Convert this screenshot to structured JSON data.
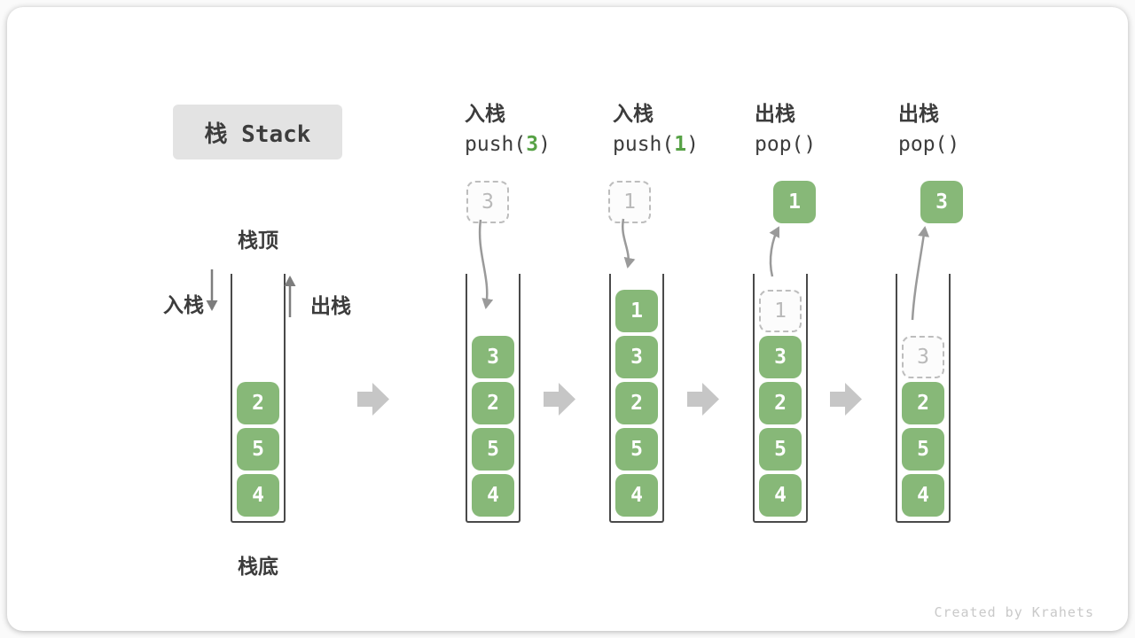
{
  "title": "栈 Stack",
  "labels": {
    "stack_top": "栈顶",
    "stack_bottom": "栈底",
    "push_side": "入栈",
    "pop_side": "出栈"
  },
  "operations": [
    {
      "action": "入栈",
      "code_pre": "push(",
      "code_arg": "3",
      "code_post": ")",
      "moving_value": "3"
    },
    {
      "action": "入栈",
      "code_pre": "push(",
      "code_arg": "1",
      "code_post": ")",
      "moving_value": "1"
    },
    {
      "action": "出栈",
      "code_pre": "pop(",
      "code_arg": "",
      "code_post": ")",
      "moving_value": "1"
    },
    {
      "action": "出栈",
      "code_pre": "pop(",
      "code_arg": "",
      "code_post": ")",
      "moving_value": "3"
    }
  ],
  "stacks": [
    {
      "cells": [
        {
          "value": "2"
        },
        {
          "value": "5"
        },
        {
          "value": "4"
        }
      ]
    },
    {
      "cells": [
        {
          "value": "3"
        },
        {
          "value": "2"
        },
        {
          "value": "5"
        },
        {
          "value": "4"
        }
      ]
    },
    {
      "cells": [
        {
          "value": "1"
        },
        {
          "value": "3"
        },
        {
          "value": "2"
        },
        {
          "value": "5"
        },
        {
          "value": "4"
        }
      ]
    },
    {
      "ghost": "1",
      "cells": [
        {
          "value": "3"
        },
        {
          "value": "2"
        },
        {
          "value": "5"
        },
        {
          "value": "4"
        }
      ]
    },
    {
      "ghost": "3",
      "cells": [
        {
          "value": "2"
        },
        {
          "value": "5"
        },
        {
          "value": "4"
        }
      ]
    }
  ],
  "watermark": "Created by Krahets",
  "colors": {
    "cell_green": "#87b878",
    "code_arg_green": "#57a246",
    "text_dark": "#3c3c3c",
    "ghost_gray": "#b9b9b9",
    "container_border": "#4a4a4a",
    "curve_arrow_gray": "#9a9a9a",
    "straight_arrow_gray": "#7d7d7d",
    "chevron_gray": "#c6c6c6"
  }
}
